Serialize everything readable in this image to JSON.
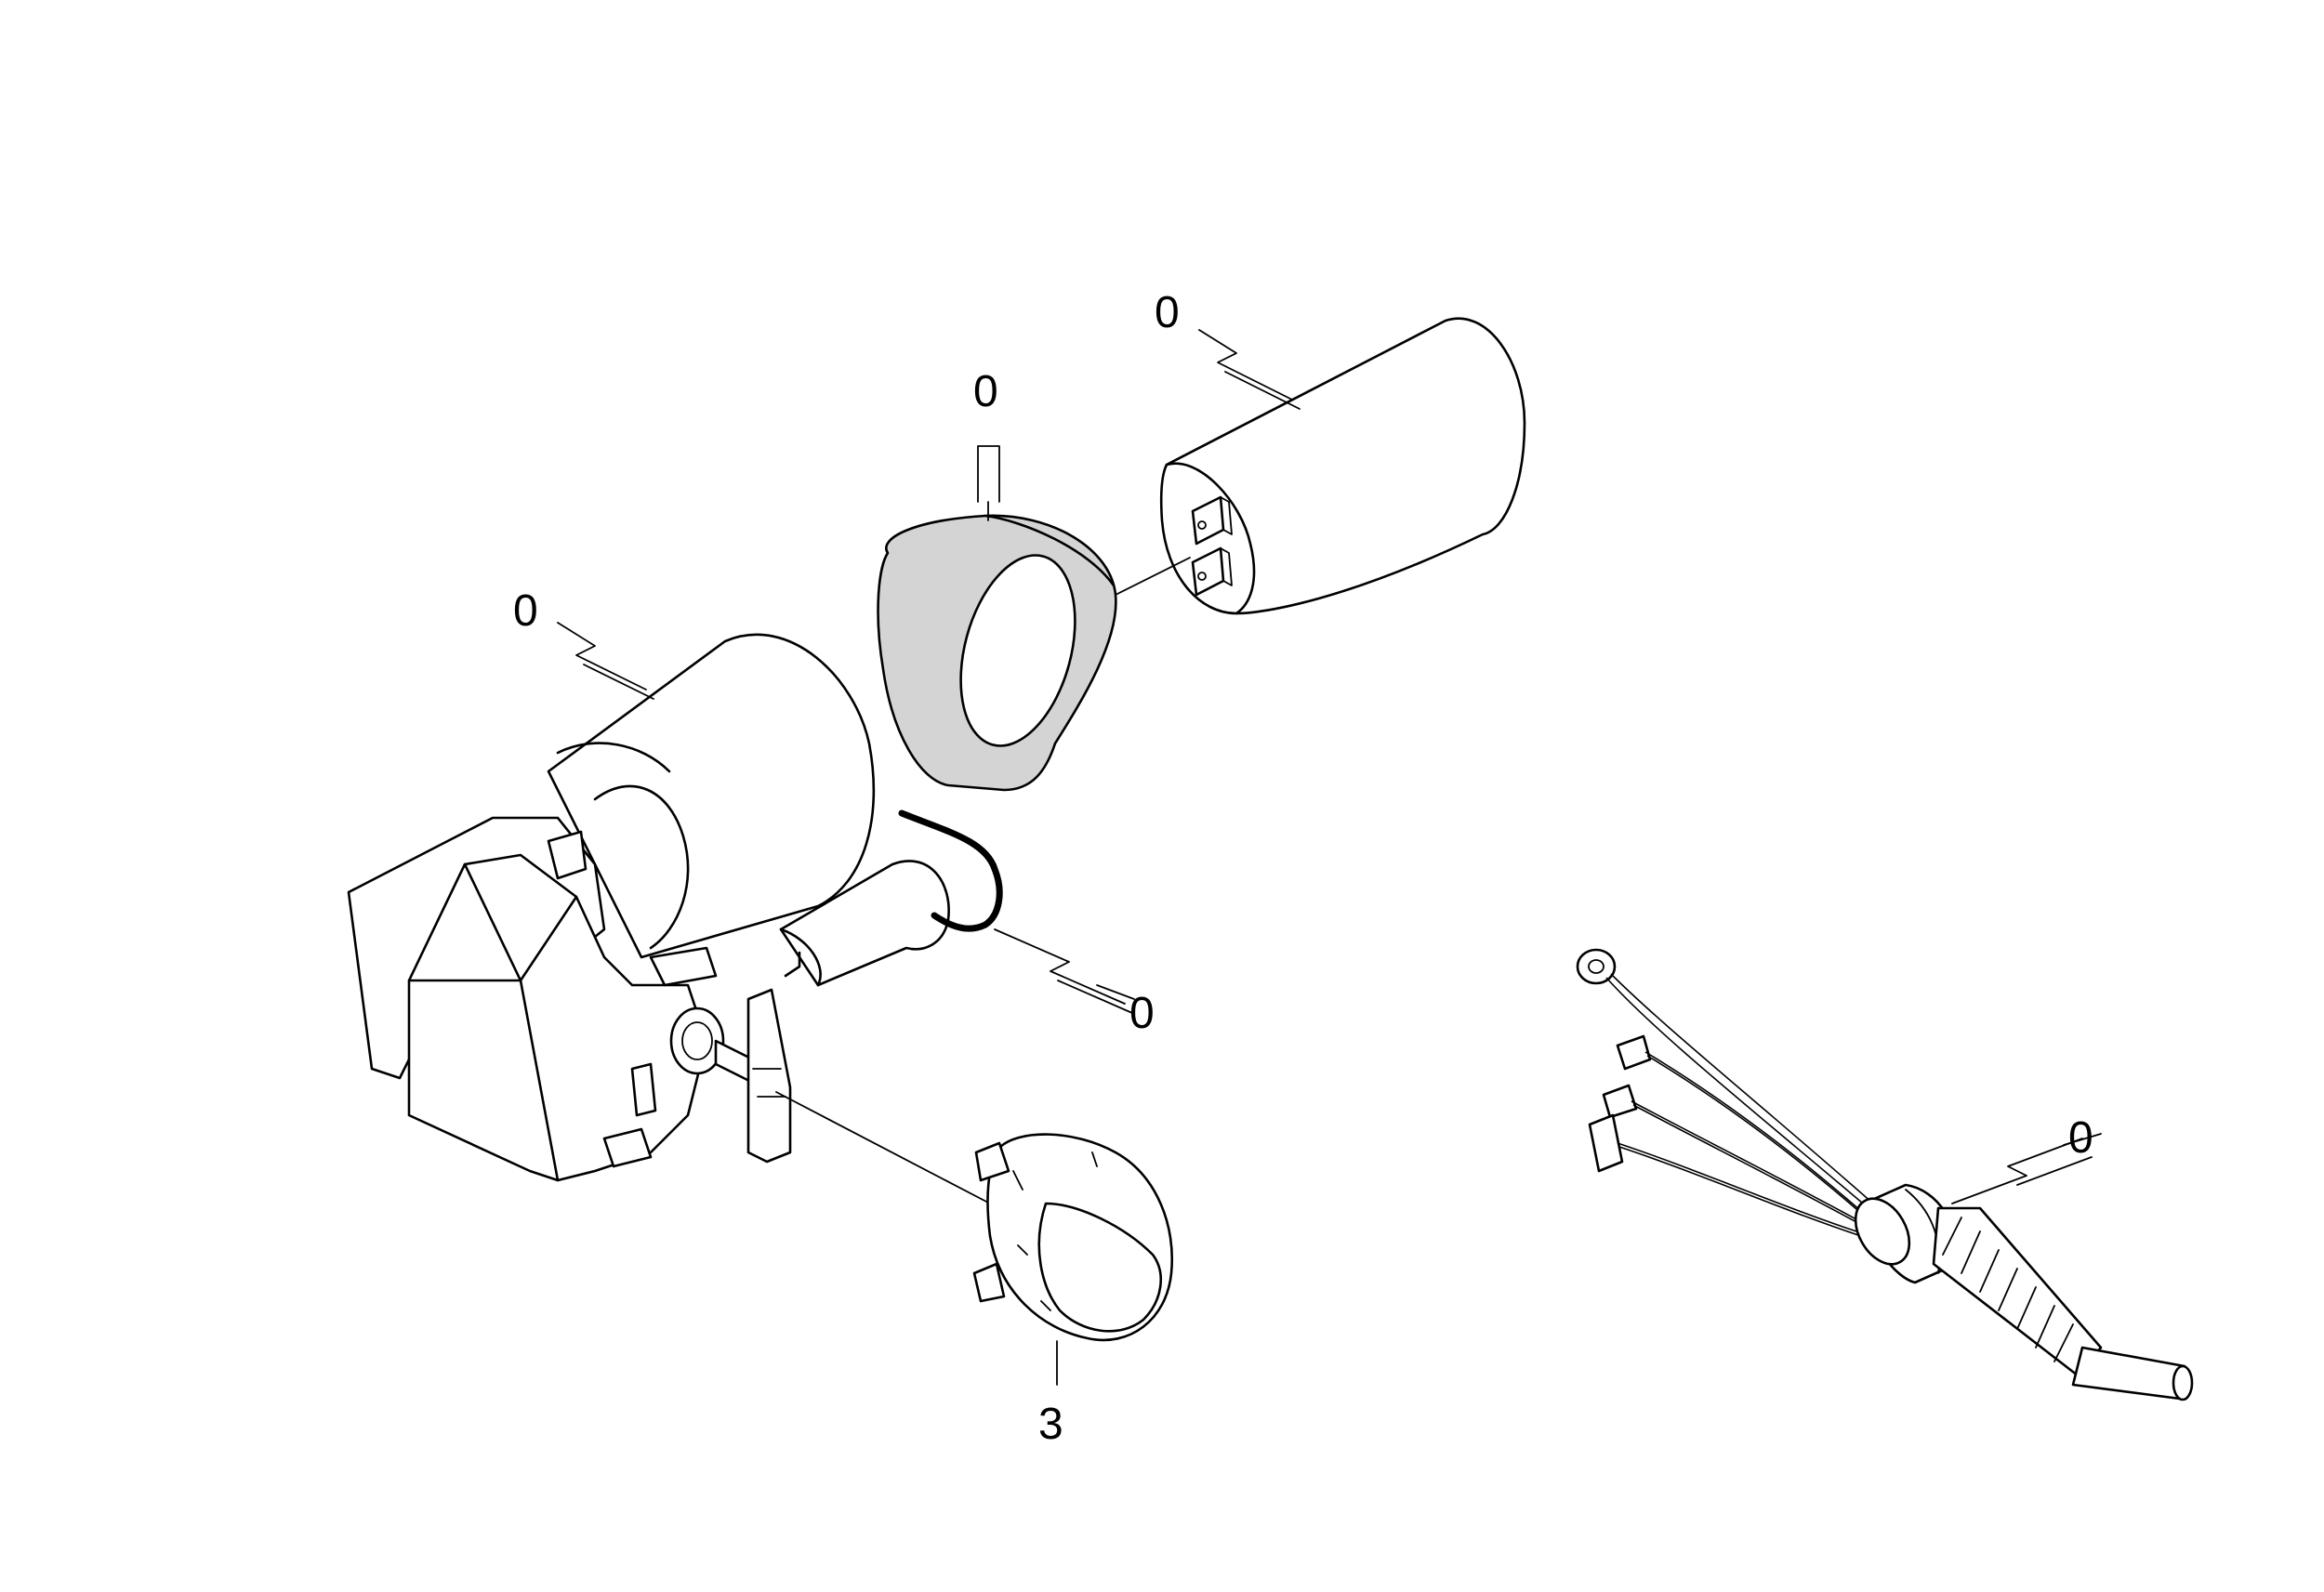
{
  "callouts": {
    "capacitor": "0",
    "ring": "0",
    "motor": "0",
    "wire": "0",
    "switch": "3",
    "cable": "0"
  }
}
